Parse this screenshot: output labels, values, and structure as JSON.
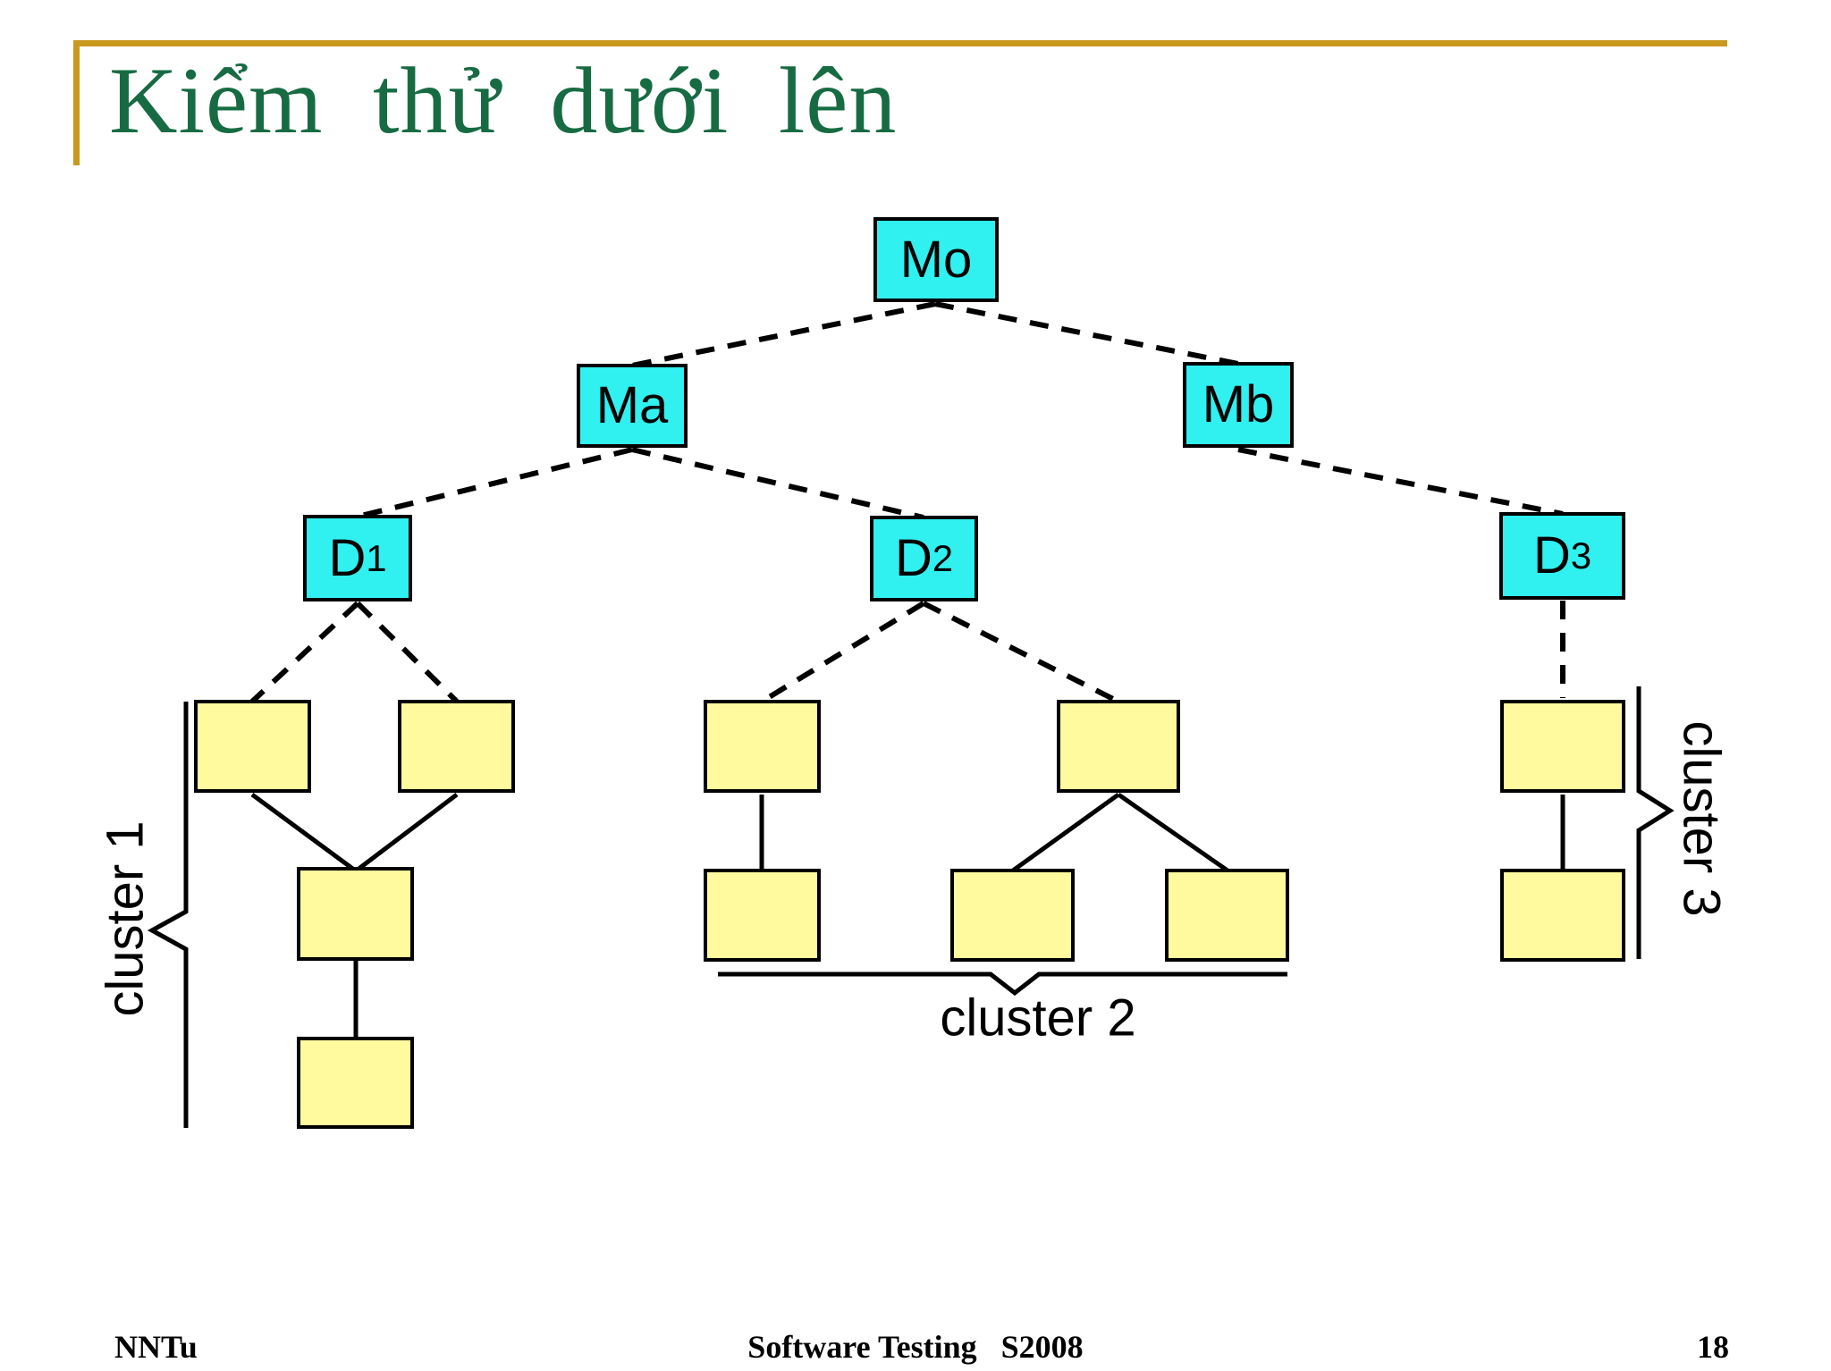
{
  "header": {
    "title": "Kiểm thử dưới lên"
  },
  "diagram": {
    "nodes": {
      "mo": {
        "label": "Mo"
      },
      "ma": {
        "label": "Ma"
      },
      "mb": {
        "label": "Mb"
      },
      "d1": {
        "label_main": "D",
        "label_sub": "1"
      },
      "d2": {
        "label_main": "D",
        "label_sub": "2"
      },
      "d3": {
        "label_main": "D",
        "label_sub": "3"
      }
    },
    "cluster_labels": {
      "c1": "cluster 1",
      "c2": "cluster 2",
      "c3": "cluster 3"
    }
  },
  "footer": {
    "author": "NNTu",
    "center": "Software Testing   S2008",
    "page_number": "18"
  },
  "colors": {
    "title_green": "#176B43",
    "accent_gold": "#C8991D",
    "node_fill_cyan": "#30F0F0",
    "module_fill_yellow": "#FFFA9E",
    "line_black": "#000000"
  }
}
